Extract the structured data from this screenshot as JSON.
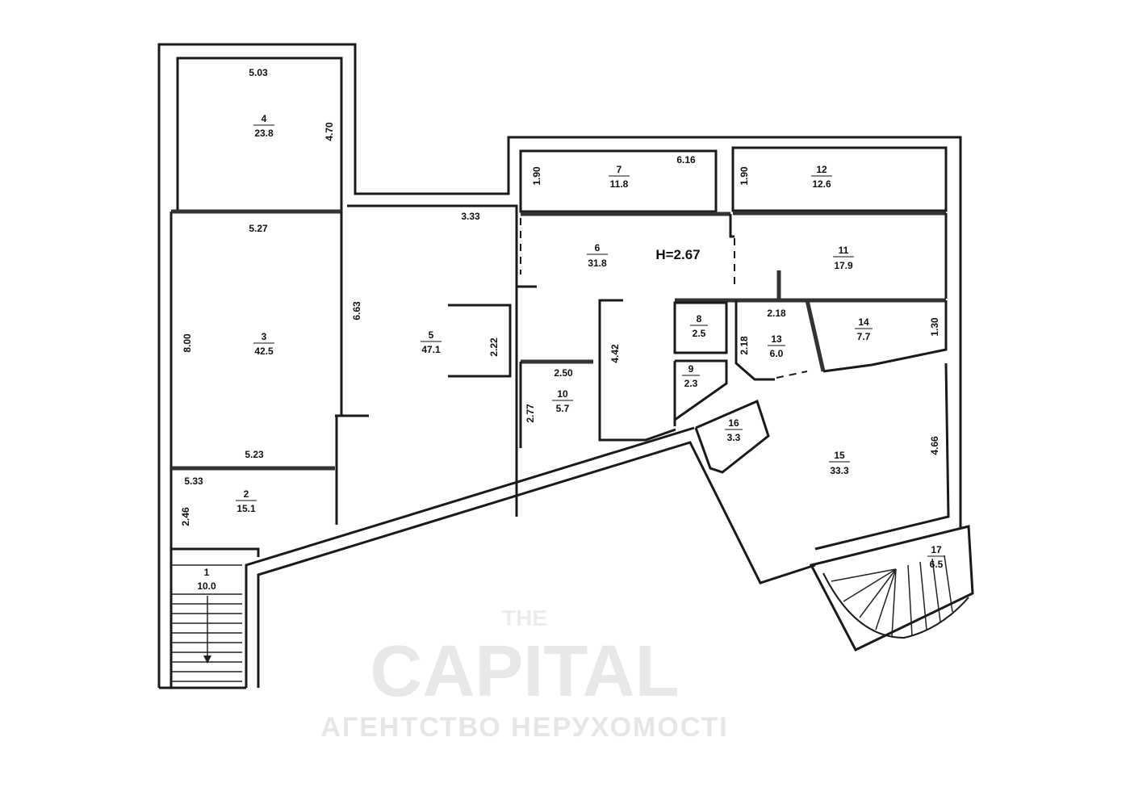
{
  "watermark": {
    "top": "THE",
    "main": "CAPITAL",
    "bottom": "АГЕНТСТВО НЕРУХОМОСТІ"
  },
  "ceiling_height": "H=2.67",
  "rooms": [
    {
      "number": "1",
      "area": "10.0"
    },
    {
      "number": "2",
      "area": "15.1"
    },
    {
      "number": "3",
      "area": "42.5"
    },
    {
      "number": "4",
      "area": "23.8"
    },
    {
      "number": "5",
      "area": "47.1"
    },
    {
      "number": "6",
      "area": "31.8"
    },
    {
      "number": "7",
      "area": "11.8"
    },
    {
      "number": "8",
      "area": "2.5"
    },
    {
      "number": "9",
      "area": "2.3"
    },
    {
      "number": "10",
      "area": "5.7"
    },
    {
      "number": "11",
      "area": "17.9"
    },
    {
      "number": "12",
      "area": "12.6"
    },
    {
      "number": "13",
      "area": "6.0"
    },
    {
      "number": "14",
      "area": "7.7"
    },
    {
      "number": "15",
      "area": "33.3"
    },
    {
      "number": "16",
      "area": "3.3"
    },
    {
      "number": "17",
      "area": "6.5"
    }
  ],
  "dimensions": {
    "r4_width": "5.03",
    "r4_height": "4.70",
    "r3_width": "5.27",
    "r3_height": "8.00",
    "r5_width": "3.33",
    "r5_height": "6.63",
    "r5_niche": "2.22",
    "r2_top": "5.23",
    "r2_width": "5.33",
    "r2_height": "2.46",
    "r7_width": "6.16",
    "r7_height": "1.90",
    "r12_height": "1.90",
    "r10_width": "2.50",
    "r10_height": "2.77",
    "corridor_length": "4.42",
    "r13_width": "2.18",
    "r13_height": "2.18",
    "r14_height": "1.30",
    "r15_height": "4.66"
  }
}
